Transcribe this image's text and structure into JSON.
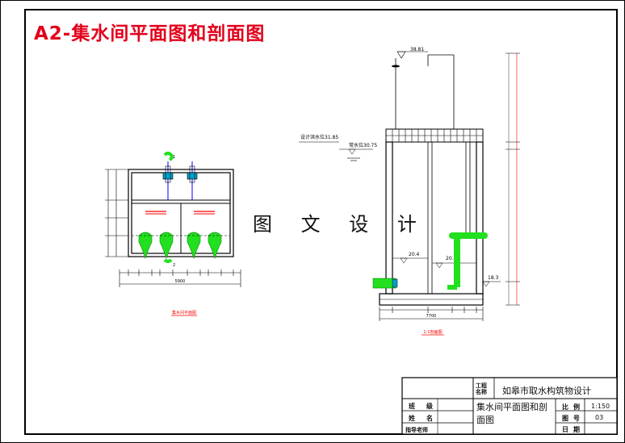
{
  "sheet_title": "A2-集水间平面图和剖面图",
  "watermark": "图 文 设 计",
  "title_block": {
    "project_label": "工程名称",
    "project_name": "如皋市取水构筑物设计",
    "drawing_name": "集水间平面图和剖面图",
    "scale_label": "比例",
    "scale_value": "1:150",
    "sheet_no_label": "图号",
    "sheet_no_value": "03",
    "date_label": "日期",
    "row1_label": "班级",
    "row2_label": "姓名",
    "row3_label": "指导老师"
  },
  "section": {
    "top_elevation": "38.81",
    "flood_level_label": "设计洪水位31.85",
    "normal_level_label": "常水位30.75",
    "level_a": "20.4",
    "level_b": "20.8",
    "level_c": "18.3",
    "width_dim": "7700",
    "caption": "1-1剖面图"
  },
  "plan": {
    "width_dim": "5900",
    "caption": "集水间平面图",
    "pipe_label_1": "1",
    "pipe_label_2": "2"
  },
  "colors": {
    "title_red": "#e3001b",
    "pipe_green": "#22e01f",
    "dim_red": "#ff0000",
    "cyan": "#00a0c8",
    "blue": "#0000ff"
  }
}
